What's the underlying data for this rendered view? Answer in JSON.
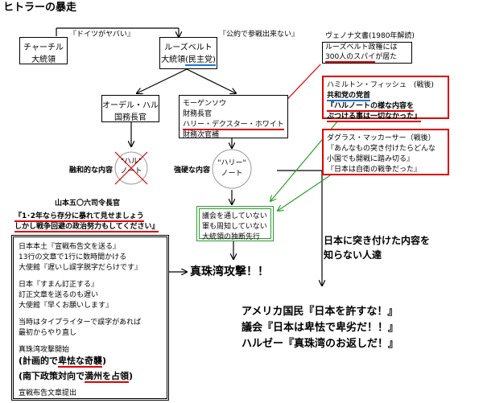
{
  "title": "ヒトラーの暴走",
  "churchill": {
    "line1": "チャーチル",
    "line2": "大統領",
    "quote": "『ドイツがヤバい』"
  },
  "roosevelt": {
    "line1": "ルーズベルト",
    "line2a": "大統領",
    "line2b": "(民主党)",
    "quote": "『公約で参戦出来ない』"
  },
  "venona": {
    "line1": "ヴェノナ文書(1980年解読)",
    "line2": "ルーズベルト政権には",
    "line3a": "300人のスパイ",
    "line3b": "が居た"
  },
  "hull": {
    "line1": "オーデル・ハル",
    "line2": "国務長官"
  },
  "morgenthau": {
    "line1": "モーゲンソウ",
    "line2": "財務長官",
    "line3": "ハリー・デクスター・ホワイト",
    "line4": "財務次官補"
  },
  "fish": {
    "line1": "ハミルトン・フィッシュ　(戦後)",
    "line2": "共和党の党首",
    "line3": "『ハルノートの様な内容を",
    "line4": "ぶつける事は一切なかった』"
  },
  "macarthur": {
    "line1": "ダグラス・マッカーサー（戦後）",
    "line2": "『あんなもの突き付けたらどんな",
    "line3": "小国でも開戦に踏み切る』",
    "line4": "『日本は自衛の戦争だった』"
  },
  "hull_note": {
    "line1": "\"ハル\"",
    "line2": "ノート",
    "label": "融和的な内容"
  },
  "harry_note": {
    "line1": "\"ハリー\"",
    "line2": "ノート",
    "label": "強硬な内容"
  },
  "congress": {
    "line1": "議会を通していない",
    "line2": "軍も周知していない",
    "line3": "大統領の独断先行"
  },
  "yamamoto": {
    "name": "山本五〇六司令長官",
    "quote1": "『1･2年なら存分に暴れて見せましょう",
    "quote2": "しかし戦争回避の政治努力もしてください』"
  },
  "japan_box": {
    "l1": "日本本土『宣戦布告文を送る』",
    "l2": "13行の文章で1行に数時間かける",
    "l3": "大使館『遅いし誤字脱字だらけです』",
    "l4": "日本『すまん訂正する』",
    "l5": "訂正文章を送るのも遅い",
    "l6": "大使館『早くお願いします』",
    "l7": "当時はタイプライターで誤字があれば",
    "l8": "最初からやり直し",
    "l9": "真珠湾攻撃開始",
    "l10a": "(計画的で",
    "l10b": "卑怯な奇襲",
    "l10c": ")",
    "l11a": "(南下政策対向で",
    "l11b": "満州を占領",
    "l11c": ")",
    "l12": "宣戦布告文章提出"
  },
  "pearl_harbor": "真珠湾攻撃！！",
  "unaware": {
    "line1": "日本に突き付けた内容を",
    "line2": "知らない人達"
  },
  "reactions": {
    "r1": "アメリカ国民『日本を許すな！』",
    "r2": "議会『日本は卑怯で卑劣だ！！』",
    "r3": "ハルゼー『真珠湾のお返しだ！』"
  },
  "colors": {
    "red": "#e00000",
    "blue": "#1a75d1",
    "green": "#2e9e2e"
  }
}
